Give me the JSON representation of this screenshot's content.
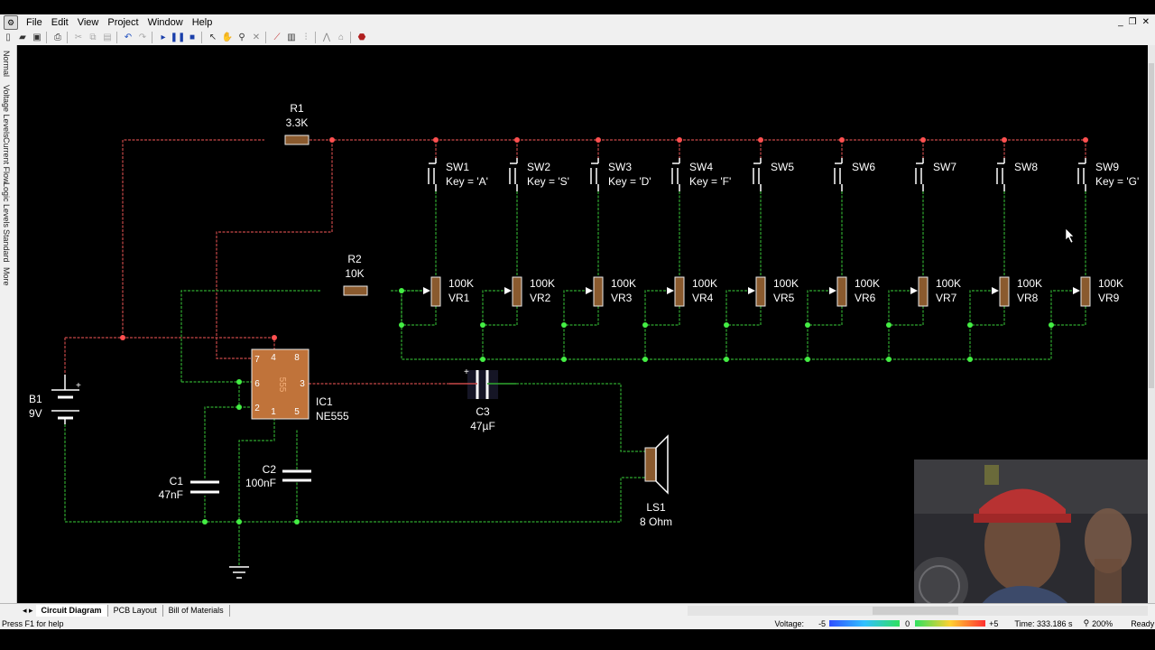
{
  "menu": {
    "items": [
      "File",
      "Edit",
      "View",
      "Project",
      "Window",
      "Help"
    ]
  },
  "toolbar": {
    "icons": [
      "new-icon",
      "open-icon",
      "save-icon",
      "print-icon",
      "cut-icon",
      "copy-icon",
      "paste-icon",
      "undo-icon",
      "redo-icon",
      "play-icon",
      "pause-icon",
      "stop-icon",
      "select-icon",
      "pan-icon",
      "zoom-icon",
      "delete-icon",
      "probe-icon",
      "component-icon",
      "wire-icon",
      "junction-icon",
      "label-icon",
      "stop-sign-icon"
    ]
  },
  "view_modes": [
    "Normal",
    "Voltage Levels",
    "Current Flow",
    "Logic Levels",
    "Standard",
    "More"
  ],
  "circuit": {
    "r1": {
      "ref": "R1",
      "value": "3.3K"
    },
    "r2": {
      "ref": "R2",
      "value": "10K"
    },
    "b1": {
      "ref": "B1",
      "value": "9V"
    },
    "ic1": {
      "ref": "IC1",
      "value": "NE555",
      "body": "555"
    },
    "c1": {
      "ref": "C1",
      "value": "47nF"
    },
    "c2": {
      "ref": "C2",
      "value": "100nF"
    },
    "c3": {
      "ref": "C3",
      "value": "47µF"
    },
    "ls1": {
      "ref": "LS1",
      "value": "8 Ohm"
    },
    "switches": [
      {
        "ref": "SW1",
        "key": "Key = 'A'"
      },
      {
        "ref": "SW2",
        "key": "Key = 'S'"
      },
      {
        "ref": "SW3",
        "key": "Key = 'D'"
      },
      {
        "ref": "SW4",
        "key": "Key = 'F'"
      },
      {
        "ref": "SW5",
        "key": ""
      },
      {
        "ref": "SW6",
        "key": ""
      },
      {
        "ref": "SW7",
        "key": ""
      },
      {
        "ref": "SW8",
        "key": ""
      },
      {
        "ref": "SW9",
        "key": "Key = 'G'"
      }
    ],
    "pots": [
      {
        "value": "100K",
        "ref": "VR1"
      },
      {
        "value": "100K",
        "ref": "VR2"
      },
      {
        "value": "100K",
        "ref": "VR3"
      },
      {
        "value": "100K",
        "ref": "VR4"
      },
      {
        "value": "100K",
        "ref": "VR5"
      },
      {
        "value": "100K",
        "ref": "VR6"
      },
      {
        "value": "100K",
        "ref": "VR7"
      },
      {
        "value": "100K",
        "ref": "VR8"
      },
      {
        "value": "100K",
        "ref": "VR9"
      }
    ],
    "ic_pins": [
      "4",
      "8",
      "7",
      "6",
      "3",
      "2",
      "1",
      "5"
    ]
  },
  "tabs": [
    "Circuit Diagram",
    "PCB Layout",
    "Bill of Materials"
  ],
  "status": {
    "help": "Press F1 for help",
    "voltage_label": "Voltage:",
    "v_min": "-5",
    "v_mid": "0",
    "v_max": "+5",
    "time": "Time: 333.186 s",
    "zoom": "200%",
    "ready": "Ready"
  },
  "colors": {
    "wire_green": "#2fa82f",
    "wire_red": "#c84848",
    "node_green": "#44ee44",
    "node_red": "#ff5050",
    "component_fill": "#8a5a2e",
    "ic_fill": "#c0733a"
  }
}
